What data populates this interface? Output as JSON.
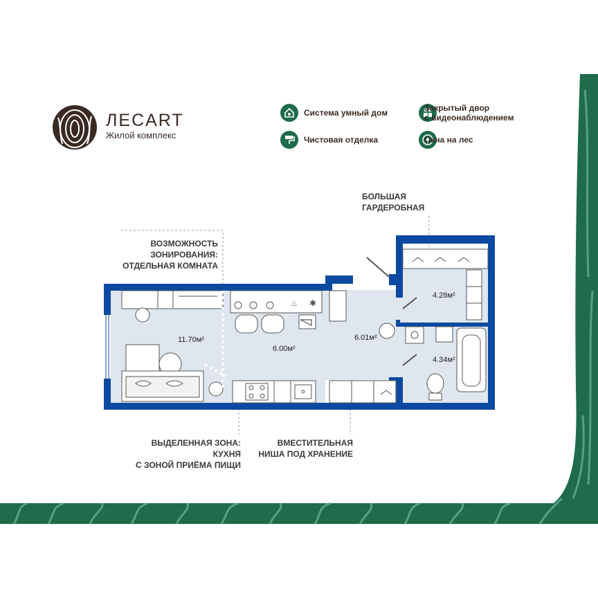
{
  "brand": {
    "title": "ЛЕСART",
    "subtitle": "Жилой комплекс"
  },
  "features": [
    {
      "icon": "smart-home-icon",
      "label": "Система умный дом"
    },
    {
      "icon": "paint-roller-icon",
      "label": "Чистовая отделка"
    },
    {
      "icon": "people-camera-icon",
      "label_line1": "Закрытый двор",
      "label_line2": "с видеонаблюдением"
    },
    {
      "icon": "forest-window-icon",
      "label": "Окна на лес"
    }
  ],
  "callouts": {
    "wardrobe": {
      "line1": "БОЛЬШАЯ",
      "line2": "ГАРДЕРОБНАЯ"
    },
    "zoning": {
      "line1": "ВОЗМОЖНОСТЬ",
      "line2": "ЗОНИРОВАНИЯ:",
      "line3": "ОТДЕЛЬНАЯ КОМНАТА"
    },
    "kitchen": {
      "line1": "ВЫДЕЛЕННАЯ ЗОНА: КУХНЯ",
      "line2": "С ЗОНОЙ ПРИЁМА ПИЩИ"
    },
    "storage": {
      "line1": "ВМЕСТИТЕЛЬНАЯ",
      "line2": "НИША ПОД ХРАНЕНИЕ"
    }
  },
  "rooms": {
    "living": "11.70м²",
    "kitchen": "6.00м²",
    "hall": "6.01м²",
    "wardrobe": "4.28м²",
    "bathroom": "4.34м²"
  },
  "colors": {
    "wall": "#0b4aa0",
    "floor": "#dfe6ee",
    "brand_green": "#1f6b4c",
    "brand_brown": "#3a2a23"
  }
}
